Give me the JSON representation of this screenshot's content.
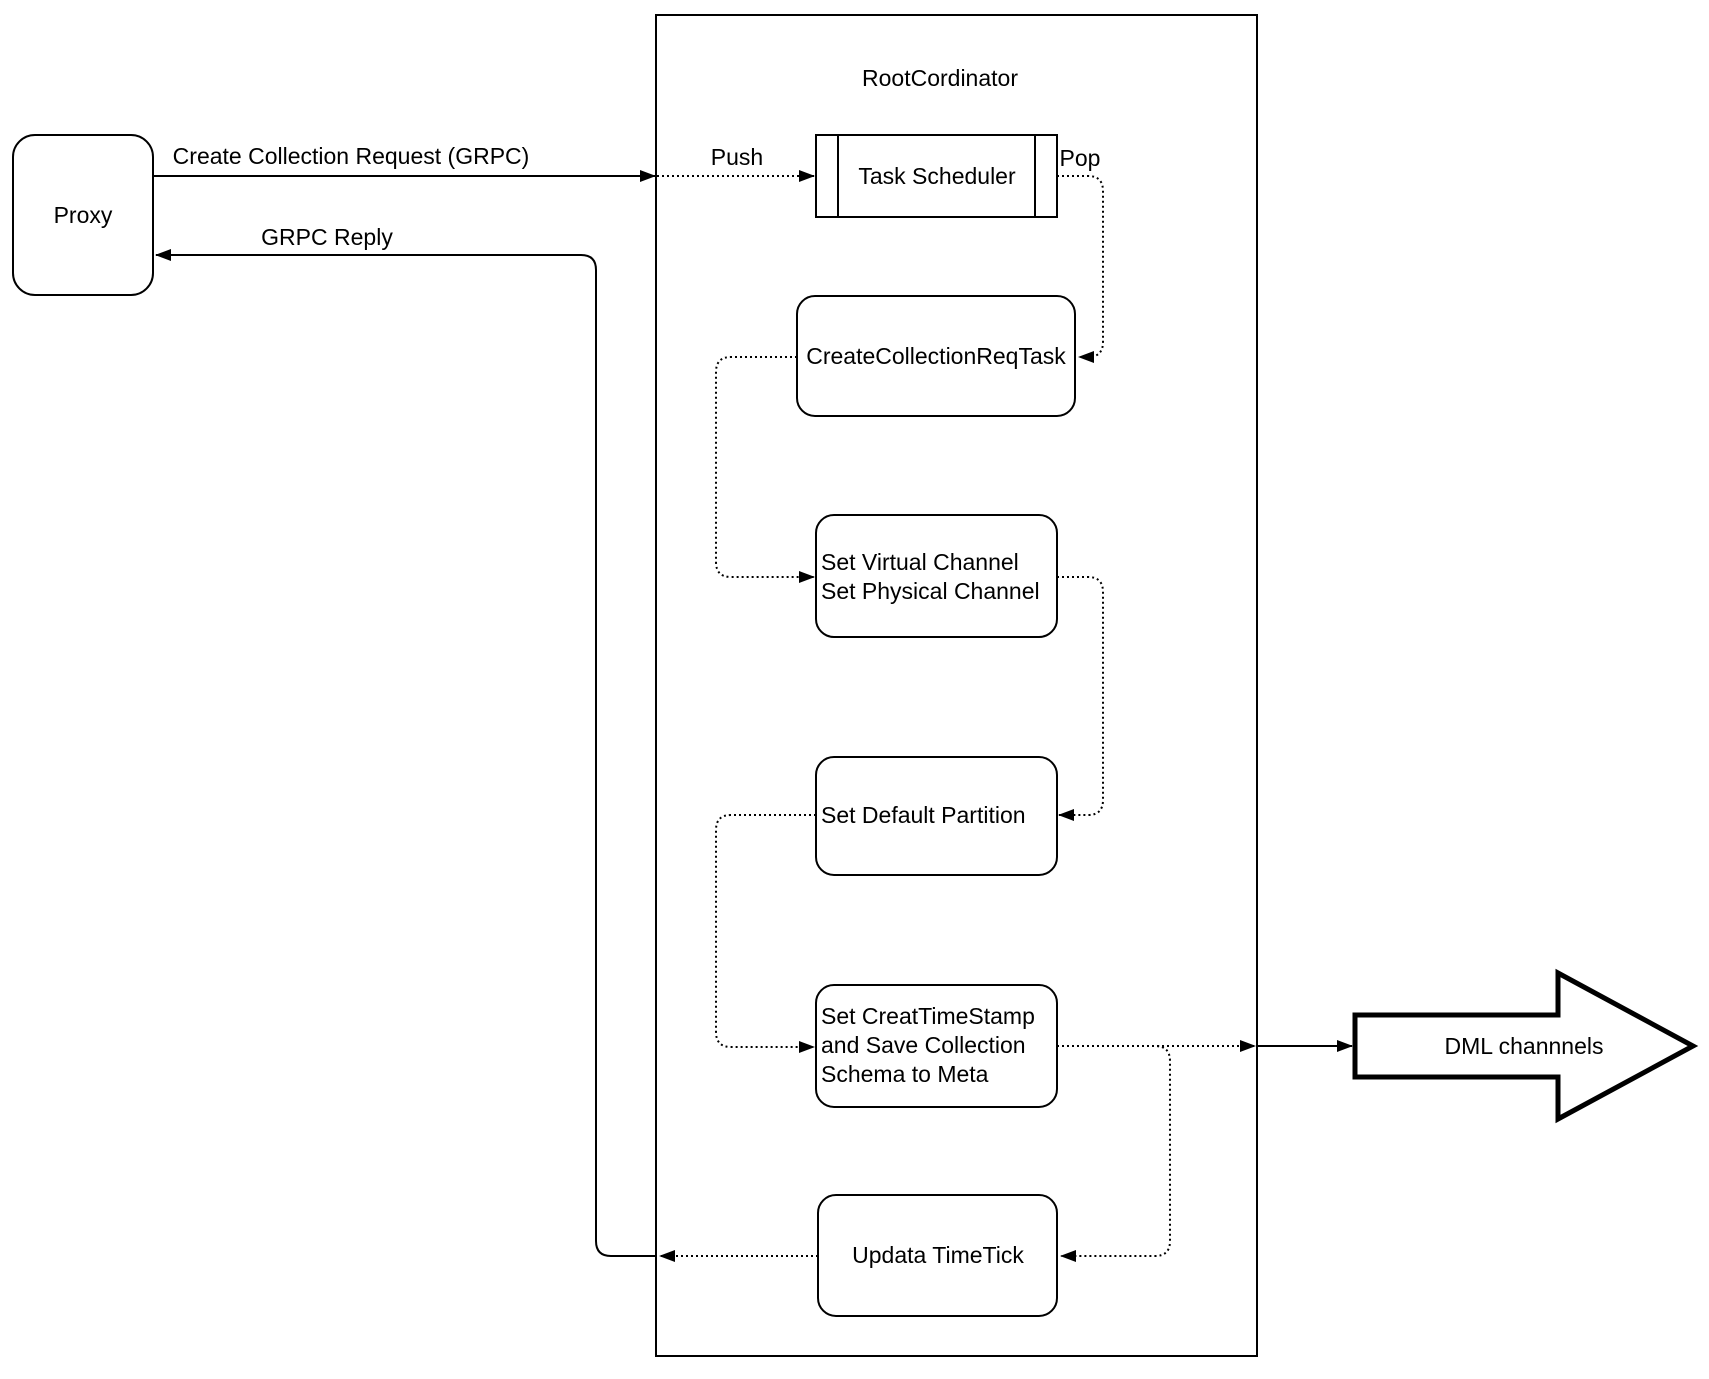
{
  "colors": {
    "stroke": "#000000",
    "fill": "#ffffff"
  },
  "proxy": {
    "label": "Proxy"
  },
  "edges": {
    "request_label": "Create Collection Request (GRPC)",
    "reply_label": "GRPC Reply",
    "push_label": "Push",
    "pop_label": "Pop"
  },
  "container": {
    "title": "RootCordinator"
  },
  "nodes": {
    "task_scheduler": {
      "label": "Task Scheduler"
    },
    "create_collection_req_task": {
      "label": "CreateCollectionReqTask"
    },
    "set_channels": {
      "lines": [
        "Set Virtual Channel",
        "Set Physical Channel"
      ]
    },
    "set_default_partition": {
      "label": "Set Default Partition"
    },
    "set_timestamp": {
      "lines": [
        "Set CreatTimeStamp",
        "and Save Collection",
        "Schema to Meta"
      ]
    },
    "update_timetick": {
      "label": "Updata TimeTick"
    }
  },
  "dml": {
    "label": "DML channnels"
  }
}
